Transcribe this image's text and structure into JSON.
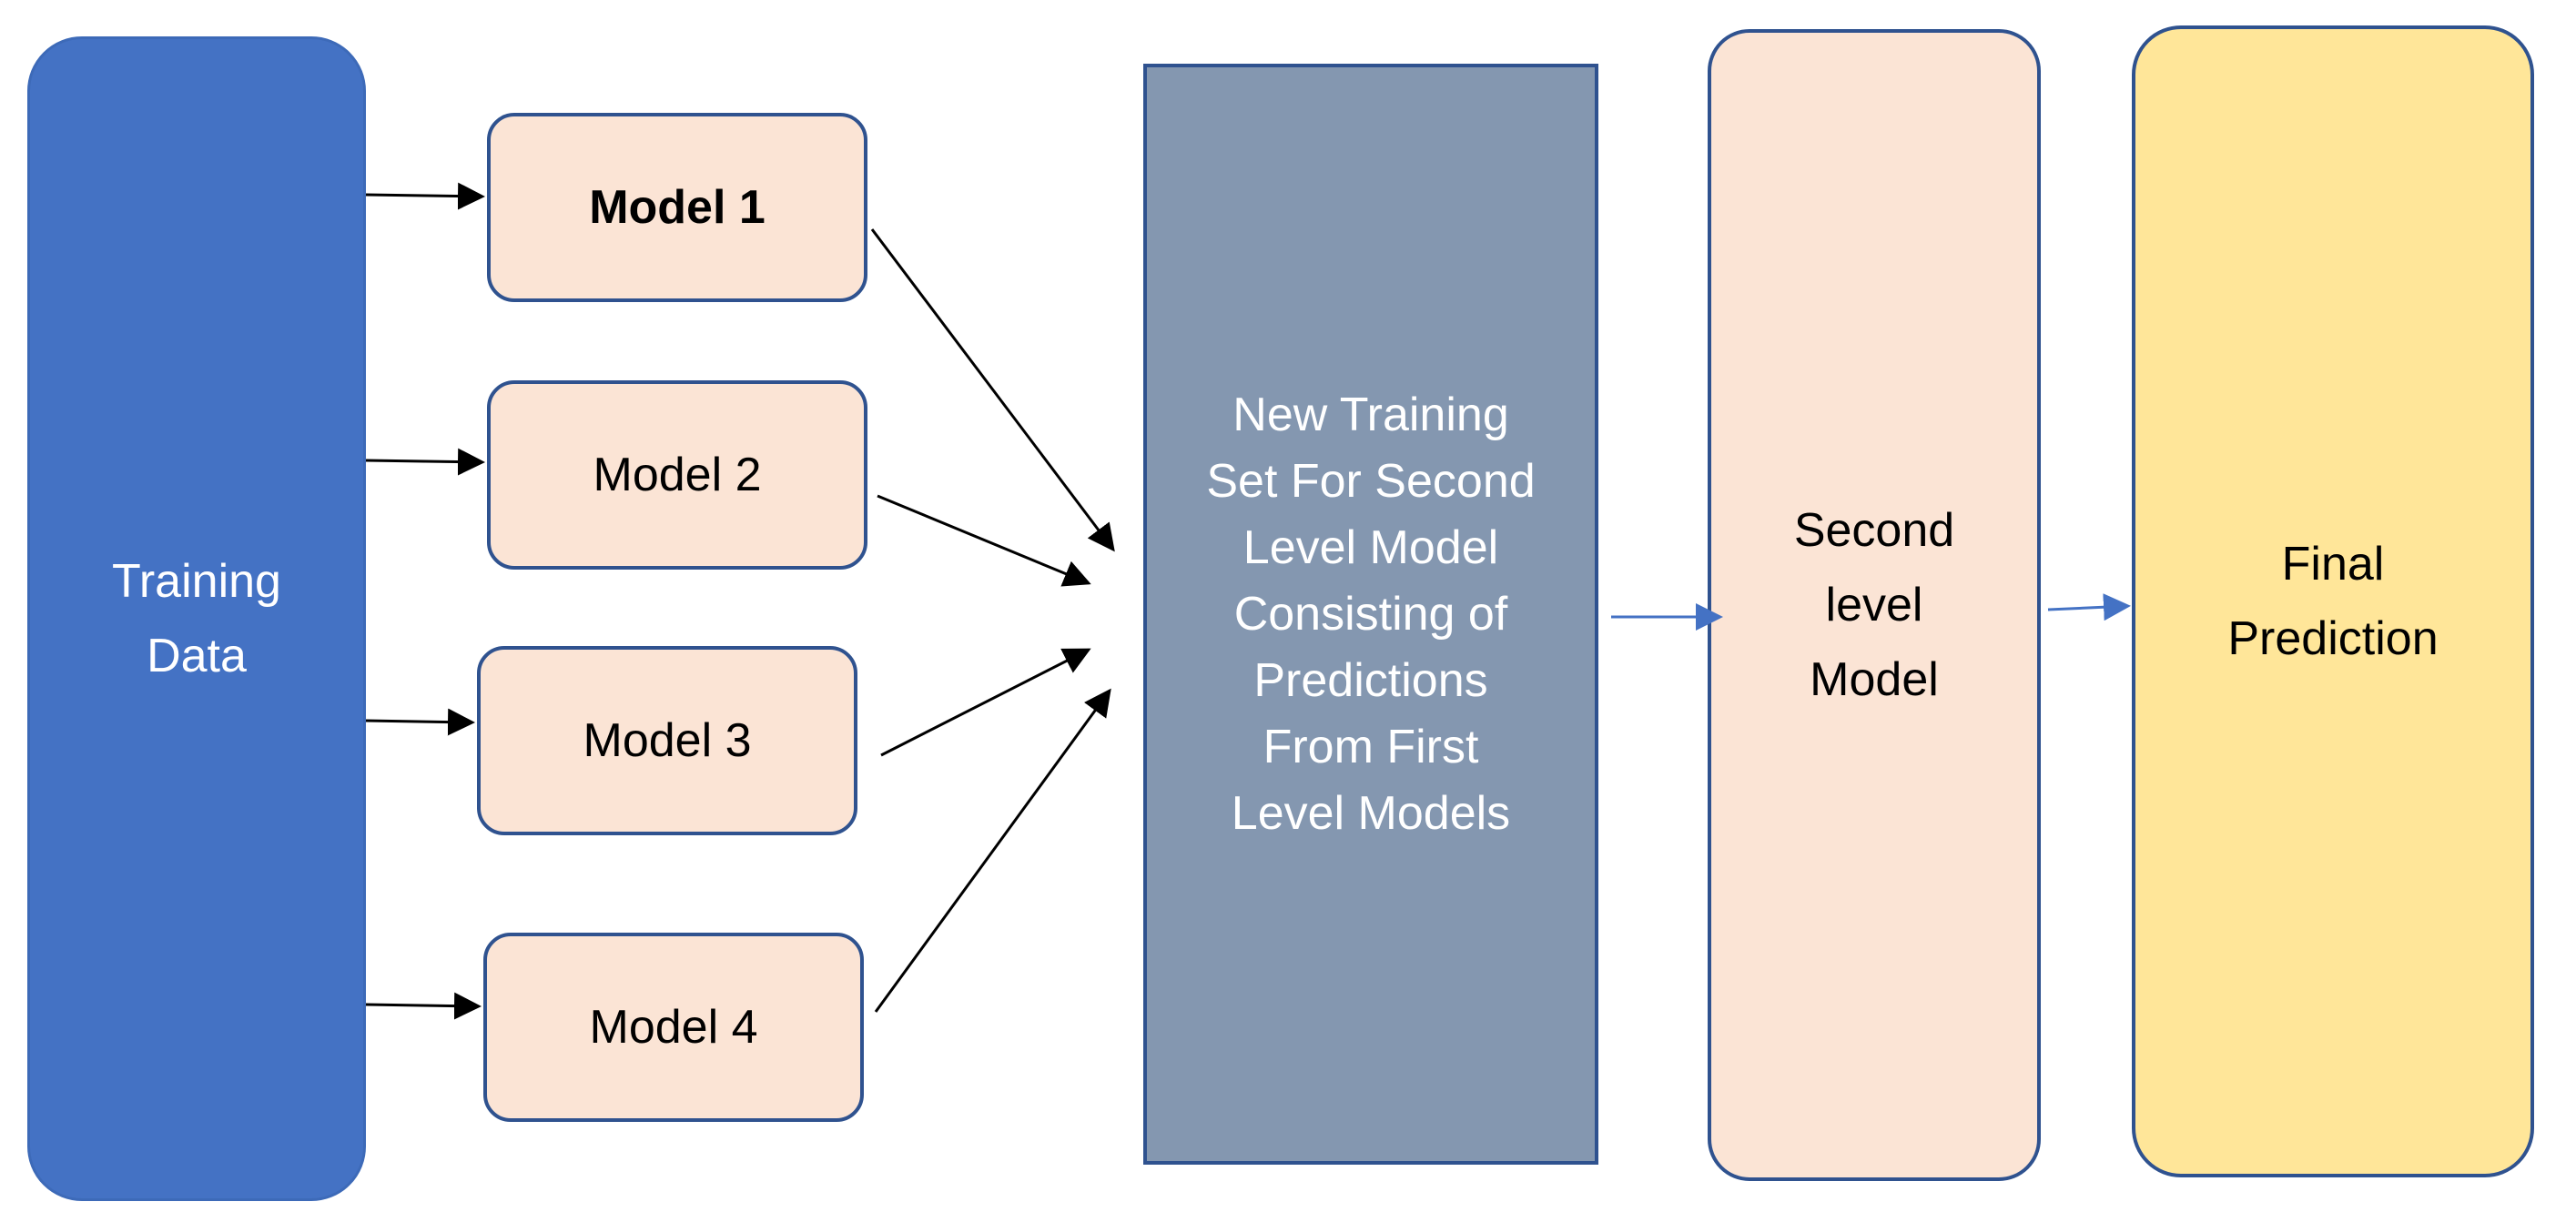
{
  "diagram": {
    "training_data": "Training\nData",
    "models": [
      "Model 1",
      "Model 2",
      "Model 3",
      "Model 4"
    ],
    "new_training_set": "New Training\nSet  For Second\nLevel Model\nConsisting of\nPredictions\nFrom First\nLevel Models",
    "second_level_model": "Second\nlevel\nModel",
    "final_prediction": "Final\nPrediction"
  },
  "colors": {
    "training_data_fill": "#4472c4",
    "model_fill": "#fbe4d5",
    "new_training_set_fill": "#8497b0",
    "final_prediction_fill": "#ffe699",
    "border": "#2f528f",
    "arrow_black": "#000000",
    "arrow_blue": "#4472c4"
  }
}
